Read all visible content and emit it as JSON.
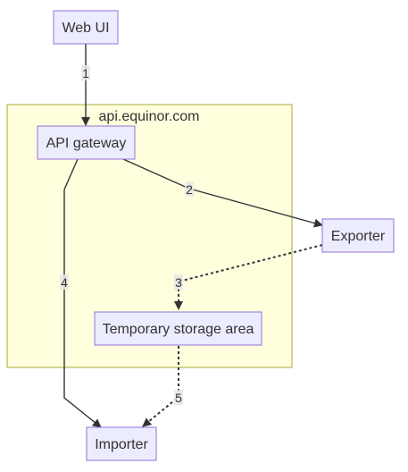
{
  "cluster": {
    "label": "api.equinor.com"
  },
  "nodes": {
    "web_ui": "Web UI",
    "api_gateway": "API gateway",
    "exporter": "Exporter",
    "temp_storage": "Temporary storage area",
    "importer": "Importer"
  },
  "edges": [
    {
      "from": "Web UI",
      "to": "API gateway",
      "label": "1",
      "style": "solid"
    },
    {
      "from": "API gateway",
      "to": "Exporter",
      "label": "2",
      "style": "solid"
    },
    {
      "from": "Exporter",
      "to": "Temporary storage area",
      "label": "3",
      "style": "dotted"
    },
    {
      "from": "API gateway",
      "to": "Importer",
      "label": "4",
      "style": "solid"
    },
    {
      "from": "Temporary storage area",
      "to": "Importer",
      "label": "5",
      "style": "dotted"
    }
  ]
}
